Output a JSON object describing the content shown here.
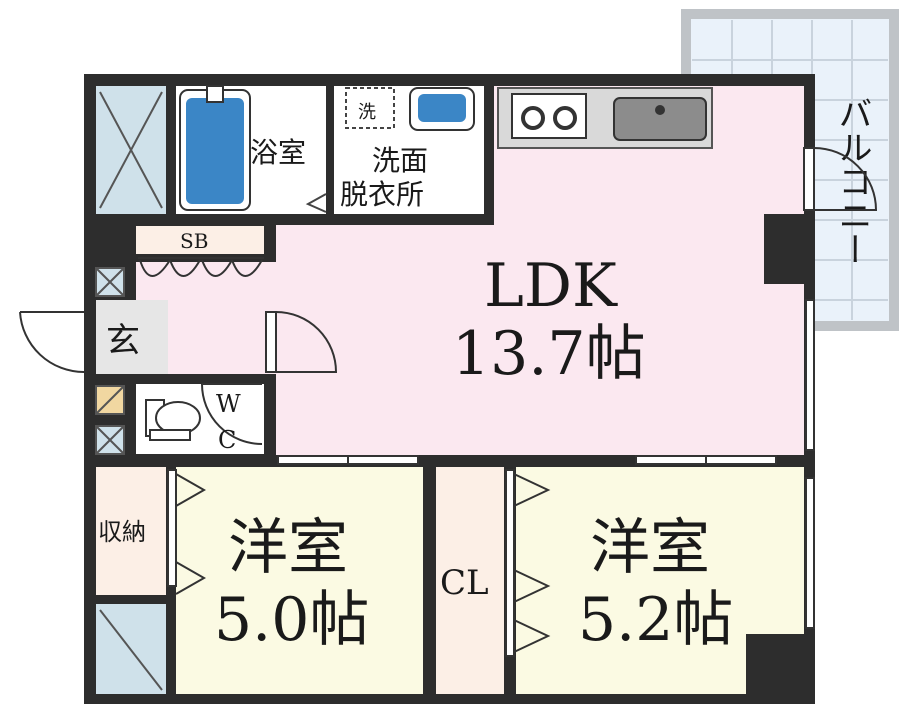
{
  "rooms": {
    "bath": {
      "label": "浴室"
    },
    "washroom": {
      "line1": "洗面",
      "line2": "脱衣所",
      "washer_mark": "洗"
    },
    "shoe_box": {
      "label": "SB"
    },
    "entrance": {
      "label": "玄"
    },
    "toilet": {
      "line1": "W",
      "line2": "C"
    },
    "ldk": {
      "name": "LDK",
      "size": "13.7帖"
    },
    "storage": {
      "label": "収納"
    },
    "western_room_1": {
      "name": "洋室",
      "size": "5.0帖"
    },
    "closet": {
      "label": "CL"
    },
    "western_room_2": {
      "name": "洋室",
      "size": "5.2帖"
    },
    "balcony": {
      "label": "バルコニー"
    }
  },
  "colors": {
    "wall": "#2d2d2d",
    "ldk_floor": "#fbe8f0",
    "western_floor": "#fbfae3",
    "wet_floor": "#ffffff",
    "storage_floor": "#fcefe6",
    "balcony_floor": "#eaf2fa",
    "fixture_blue": "#3b86c6",
    "shaft_fill": "#cfe1ea"
  }
}
